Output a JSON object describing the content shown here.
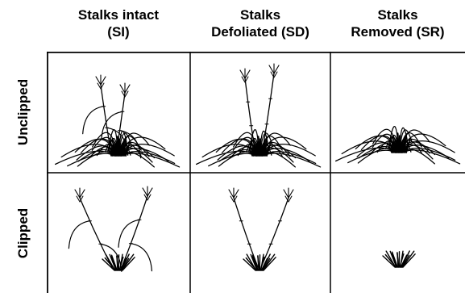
{
  "columns": [
    {
      "line1": "Stalks intact",
      "line2": "(SI)"
    },
    {
      "line1": "Stalks",
      "line2": "Defoliated (SD)"
    },
    {
      "line1": "Stalks",
      "line2": "Removed (SR)"
    }
  ],
  "rows": [
    {
      "label": "Unclipped"
    },
    {
      "label": "Clipped"
    }
  ],
  "cells": [
    {
      "row": "Unclipped",
      "col": "Stalks intact (SI)",
      "stalks": 2,
      "stalk_leaves": true,
      "basal_leaves": "full"
    },
    {
      "row": "Unclipped",
      "col": "Stalks Defoliated (SD)",
      "stalks": 2,
      "stalk_leaves": false,
      "basal_leaves": "full"
    },
    {
      "row": "Unclipped",
      "col": "Stalks Removed (SR)",
      "stalks": 0,
      "stalk_leaves": false,
      "basal_leaves": "full"
    },
    {
      "row": "Clipped",
      "col": "Stalks intact (SI)",
      "stalks": 2,
      "stalk_leaves": true,
      "basal_leaves": "clipped"
    },
    {
      "row": "Clipped",
      "col": "Stalks Defoliated (SD)",
      "stalks": 2,
      "stalk_leaves": false,
      "basal_leaves": "clipped"
    },
    {
      "row": "Clipped",
      "col": "Stalks Removed (SR)",
      "stalks": 0,
      "stalk_leaves": false,
      "basal_leaves": "clipped"
    }
  ]
}
